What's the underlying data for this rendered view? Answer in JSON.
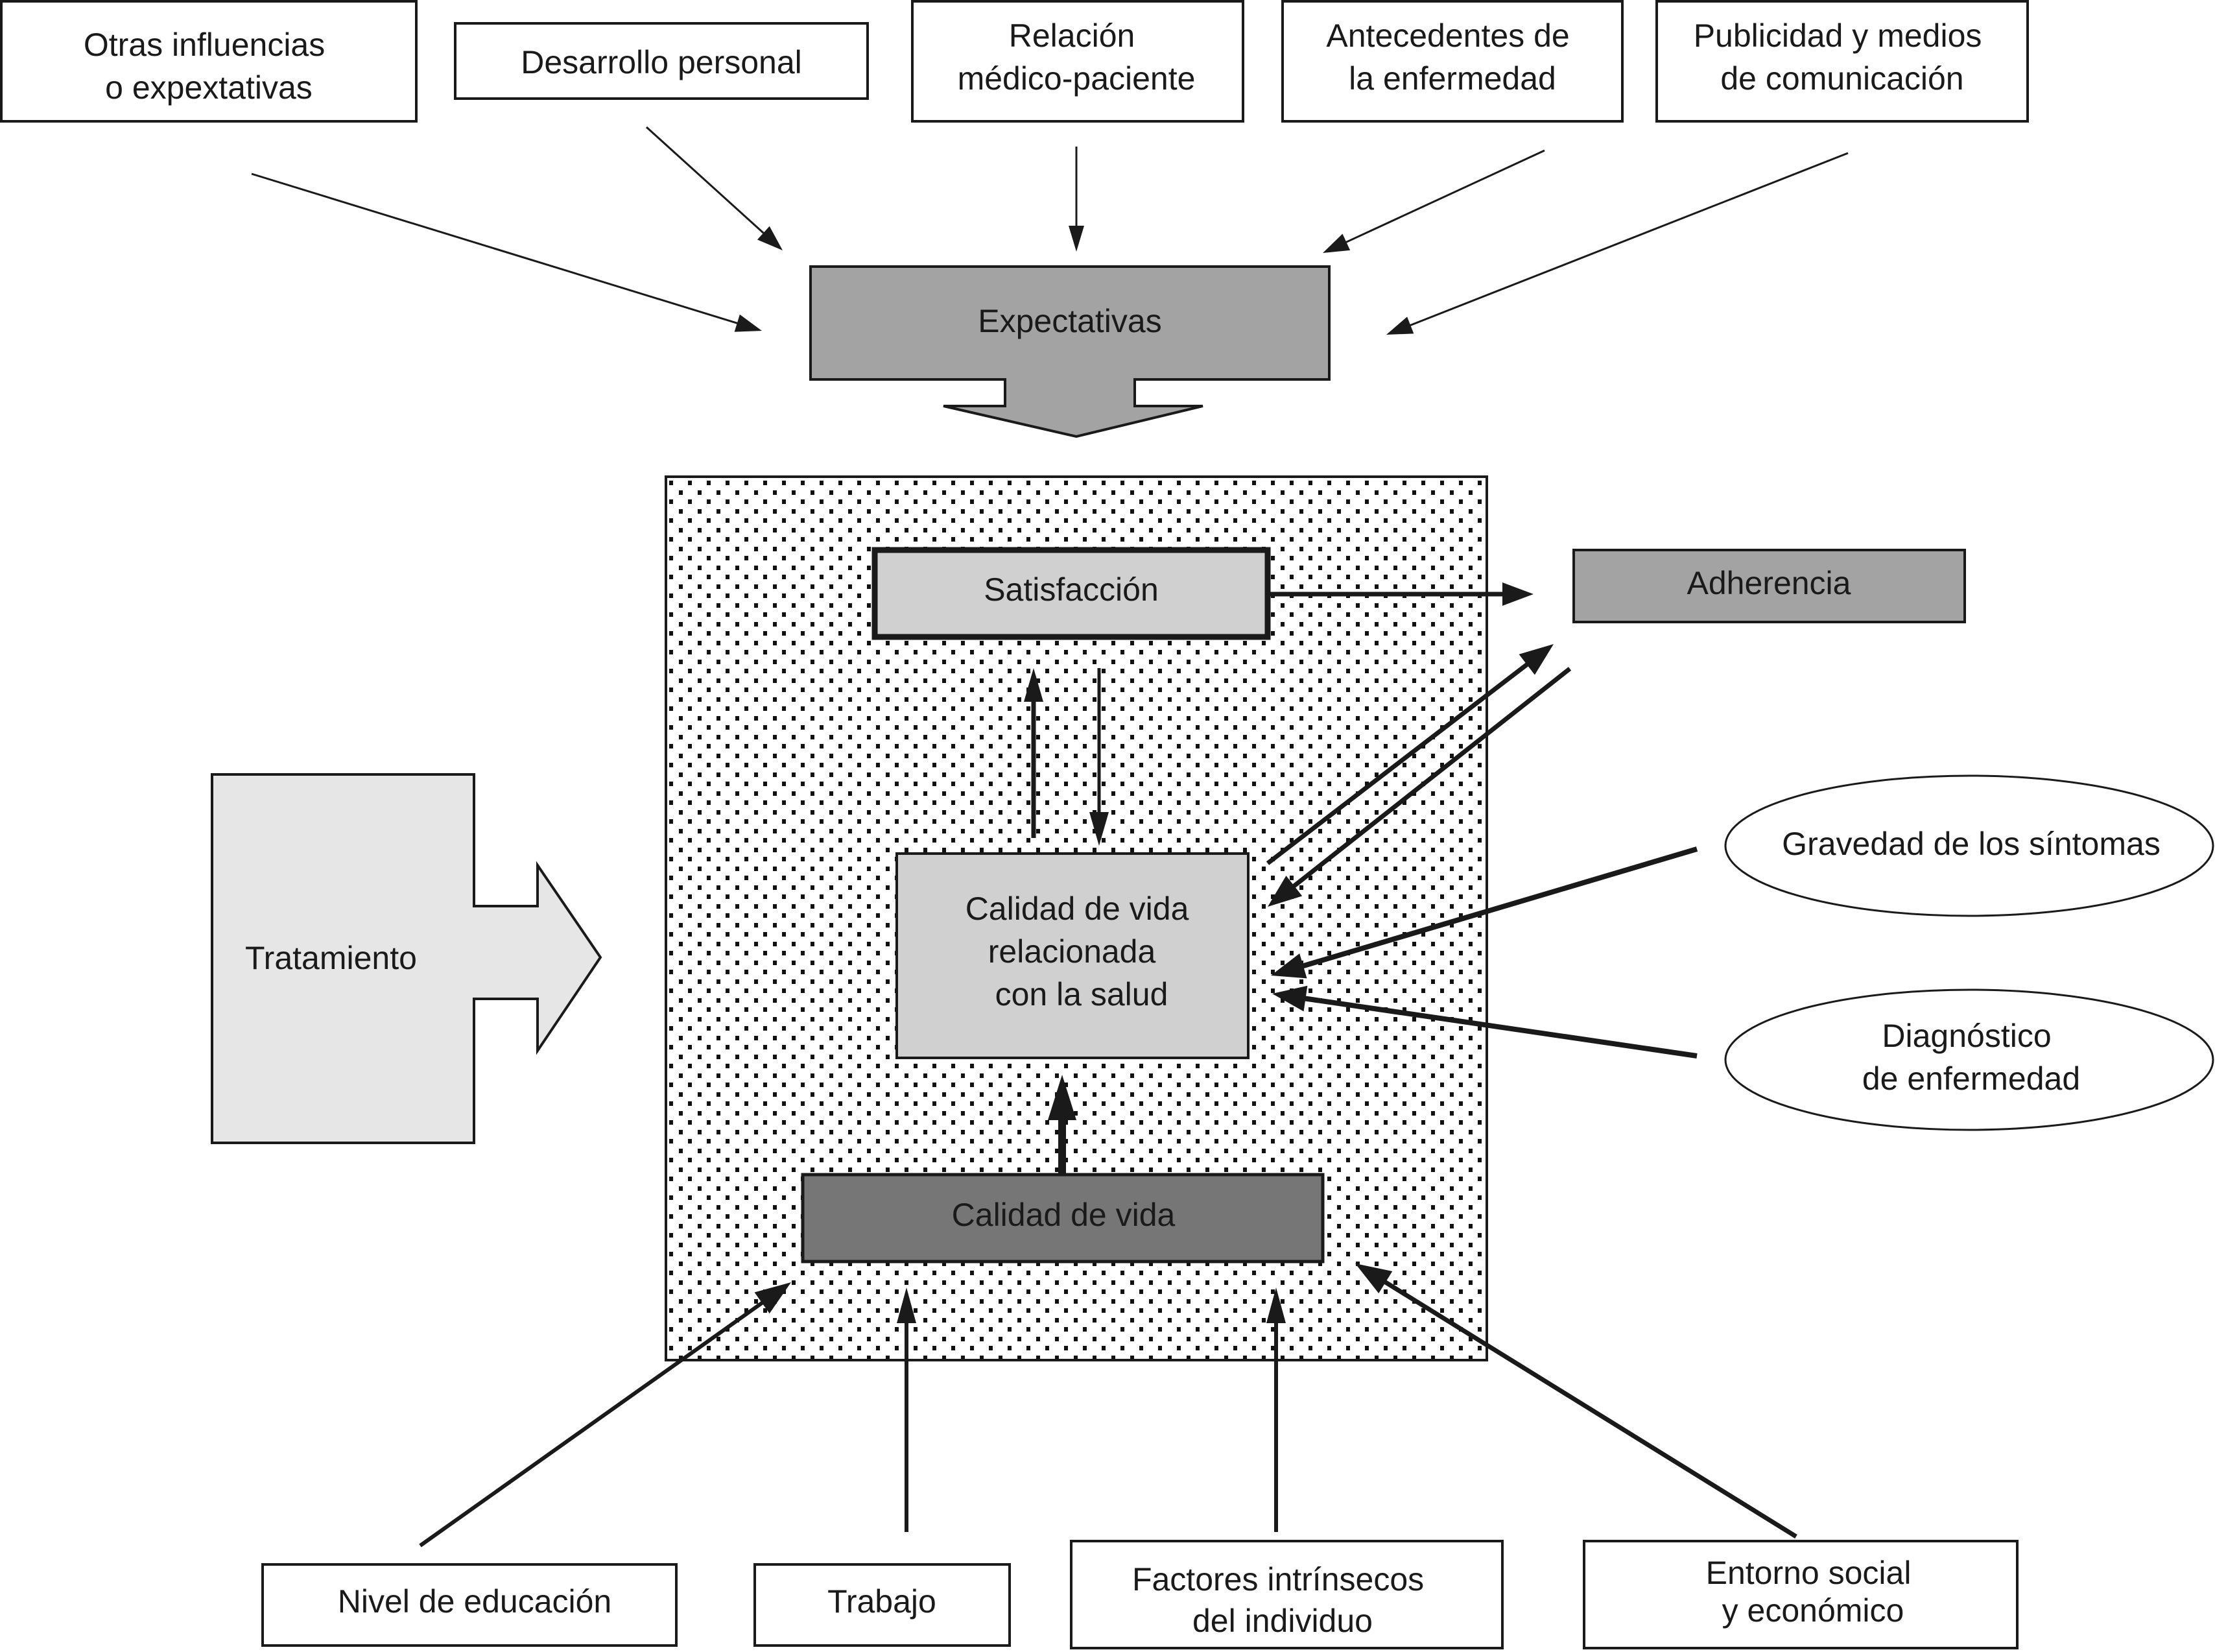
{
  "diagram": {
    "title": "Modelo de calidad de vida relacionada con la salud, satisfacción y adherencia",
    "top_sources": [
      {
        "id": "otras",
        "lines": [
          "Otras influencias",
          "o expextativas"
        ]
      },
      {
        "id": "desarrollo",
        "lines": [
          "Desarrollo personal"
        ]
      },
      {
        "id": "relacion",
        "lines": [
          "Relación",
          "médico-paciente"
        ]
      },
      {
        "id": "antecedentes",
        "lines": [
          "Antecedentes de",
          "la enfermedad"
        ]
      },
      {
        "id": "publicidad",
        "lines": [
          "Publicidad y medios",
          "de comunicación"
        ]
      }
    ],
    "expectativas": {
      "lines": [
        "Expectativas"
      ]
    },
    "satisfaccion": {
      "lines": [
        "Satisfacción"
      ]
    },
    "adherencia": {
      "lines": [
        "Adherencia"
      ]
    },
    "cvrs": {
      "lines": [
        "Calidad de vida",
        "relacionada",
        "con la salud"
      ]
    },
    "calidad_vida": {
      "lines": [
        "Calidad de vida"
      ]
    },
    "tratamiento": {
      "lines": [
        "Tratamiento"
      ]
    },
    "right_factors": [
      {
        "id": "gravedad",
        "lines": [
          "Gravedad de los síntomas"
        ]
      },
      {
        "id": "diagnostico",
        "lines": [
          "Diagnóstico",
          "de enfermedad"
        ]
      }
    ],
    "bottom_sources": [
      {
        "id": "educacion",
        "lines": [
          "Nivel de educación"
        ]
      },
      {
        "id": "trabajo",
        "lines": [
          "Trabajo"
        ]
      },
      {
        "id": "factores",
        "lines": [
          "Factores intrínsecos",
          "del individuo"
        ]
      },
      {
        "id": "entorno",
        "lines": [
          "Entorno social",
          "y económico"
        ]
      }
    ],
    "edges": [
      {
        "from": "Otras influencias o expextativas",
        "to": "Expectativas"
      },
      {
        "from": "Desarrollo personal",
        "to": "Expectativas"
      },
      {
        "from": "Relación médico-paciente",
        "to": "Expectativas"
      },
      {
        "from": "Antecedentes de la enfermedad",
        "to": "Expectativas"
      },
      {
        "from": "Publicidad y medios de comunicación",
        "to": "Expectativas"
      },
      {
        "from": "Expectativas",
        "to": "Calidad de vida relacionada con la salud (marco)"
      },
      {
        "from": "Satisfacción",
        "to": "Adherencia"
      },
      {
        "from": "Calidad de vida relacionada con la salud",
        "to": "Satisfacción"
      },
      {
        "from": "Satisfacción",
        "to": "Calidad de vida relacionada con la salud"
      },
      {
        "from": "Calidad de vida relacionada con la salud",
        "to": "Adherencia"
      },
      {
        "from": "Adherencia",
        "to": "Calidad de vida relacionada con la salud"
      },
      {
        "from": "Gravedad de los síntomas",
        "to": "Calidad de vida relacionada con la salud"
      },
      {
        "from": "Diagnóstico de enfermedad",
        "to": "Calidad de vida relacionada con la salud"
      },
      {
        "from": "Calidad de vida",
        "to": "Calidad de vida relacionada con la salud"
      },
      {
        "from": "Tratamiento",
        "to": "Calidad de vida relacionada con la salud (marco)"
      },
      {
        "from": "Nivel de educación",
        "to": "Calidad de vida"
      },
      {
        "from": "Trabajo",
        "to": "Calidad de vida"
      },
      {
        "from": "Factores intrínsecos del individuo",
        "to": "Calidad de vida"
      },
      {
        "from": "Entorno social y económico",
        "to": "Calidad de vida"
      }
    ],
    "colors": {
      "stroke": "#1a1a1a",
      "expectativas_fill": "#a3a3a3",
      "adherencia_fill": "#a3a3a3",
      "satisfaccion_fill": "#d0d0d0",
      "cvrs_fill": "#d0d0d0",
      "calidad_vida_fill": "#767676",
      "tratamiento_fill": "#e6e6e6",
      "frame_pattern": "dotted"
    }
  }
}
